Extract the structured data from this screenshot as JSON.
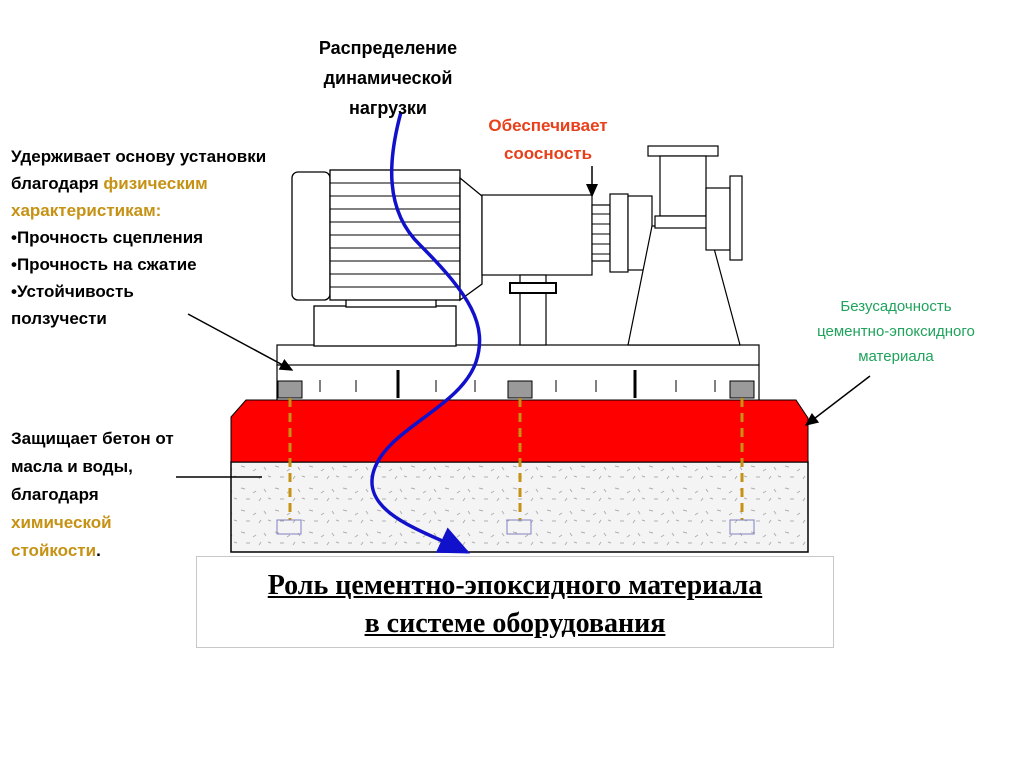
{
  "labels": {
    "dynamic_load": [
      "Распределение",
      "динамической",
      "нагрузки"
    ],
    "alignment": [
      "Обеспечивает",
      "соосность"
    ],
    "holds_base": {
      "line1": "Удерживает основу установки",
      "line2_prefix": "благодаря ",
      "line2_highlight": "физическим",
      "line3_highlight": "характеристикам:",
      "bullets": [
        "•Прочность сцепления",
        "•Прочность на сжатие",
        "•Устойчивость",
        "ползучести"
      ]
    },
    "protects": {
      "lines": [
        "Защищает бетон от",
        "масла и воды,",
        "благодаря"
      ],
      "highlight1": "химической",
      "highlight2": "стойкости",
      "tail": "."
    },
    "non_shrink": [
      "Безусадочность",
      "цементно-эпоксидного",
      "материала"
    ]
  },
  "title": {
    "line1": "Роль цементно-эпоксидного материала",
    "line2": "в системе оборудования"
  },
  "colors": {
    "epoxy": "#ff0000",
    "concrete": "#f2f2f2",
    "anchor_bolt": "#c69214",
    "load_path": "#1111cc",
    "alignment_text": "#e8401b",
    "non_shrink_text": "#1fa35c"
  }
}
